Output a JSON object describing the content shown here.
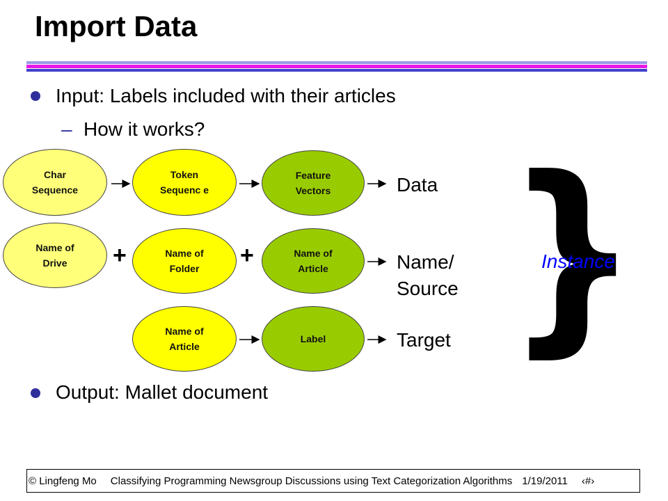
{
  "slide": {
    "title": "Import Data",
    "bullets": [
      {
        "text": "Input: Labels included with their articles"
      },
      {
        "text": "Output: Mallet document"
      }
    ],
    "sub_bullet": {
      "dash": "–",
      "text": "How it works?"
    }
  },
  "diagram": {
    "row1": {
      "nodes": [
        "Char Sequence",
        "Token Sequenc e",
        "Feature Vectors"
      ],
      "output": "Data"
    },
    "row2": {
      "nodes": [
        "Name of Drive",
        "Name of Folder",
        "Name of Article"
      ],
      "plus": "+",
      "output_line1": "Name/",
      "output_line2": "Source"
    },
    "row3": {
      "nodes": [
        "Name of Article",
        "Label"
      ],
      "output": "Target"
    },
    "brace": "}",
    "instance_label": "Instance",
    "colors": {
      "light_yellow": "#ffff7a",
      "yellow": "#ffff00",
      "green": "#99cc00",
      "instance_text": "#0000ff"
    }
  },
  "footer": {
    "author": "© Lingfeng Mo",
    "title": "Classifying Programming Newsgroup Discussions using Text Categorization Algorithms",
    "date": "1/19/2011",
    "page": "‹#›"
  }
}
